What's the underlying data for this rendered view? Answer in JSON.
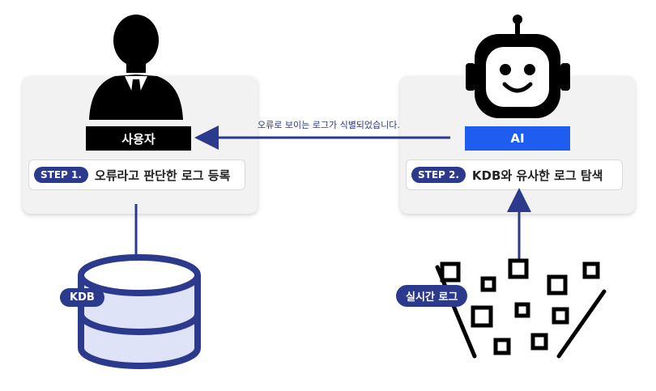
{
  "user": {
    "label": "사용자",
    "icon": "person-icon"
  },
  "ai": {
    "label": "AI",
    "icon": "robot-icon",
    "color": "#1f5cf0"
  },
  "step1": {
    "badge": "STEP 1.",
    "text": "오류라고 판단한 로그 등록"
  },
  "step2": {
    "badge": "STEP 2.",
    "text": "KDB와 유사한 로그 탐색"
  },
  "arrow_caption": "오류로 보이는 로그가 식별되었습니다.",
  "kdb_label": "KDB",
  "realtime_label": "실시간 로그",
  "colors": {
    "navy": "#2b3a8c",
    "blue": "#1f5cf0",
    "panel": "#f2f2f2"
  }
}
